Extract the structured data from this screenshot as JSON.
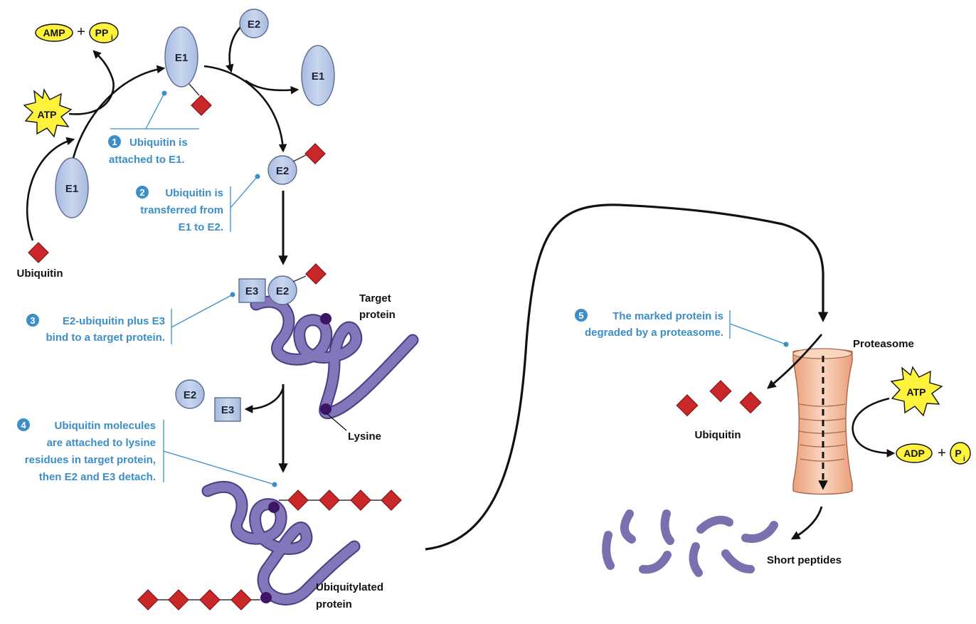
{
  "colors": {
    "enzyme_fill": "#bccbe8",
    "enzyme_stroke": "#5a6c92",
    "ubiquitin": "#c9272a",
    "protein": "#7c6fb0",
    "lysine": "#3d1466",
    "callout_text": "#3b8ec8",
    "atp_star": "#fff23a",
    "proteasome": "#f6c2a2"
  },
  "icons": [
    "atp-star-icon",
    "ubiquitin-diamond-icon",
    "proteasome-icon",
    "lysine-dot-icon"
  ],
  "labels": {
    "amp": "AMP",
    "plus": "+",
    "ppi": "PP",
    "ppi_sub": "i",
    "atp": "ATP",
    "ubiquitin_start": "Ubiquitin",
    "e1": "E1",
    "e2": "E2",
    "e3": "E3",
    "target_protein_line1": "Target",
    "target_protein_line2": "protein",
    "lysine": "Lysine",
    "ubiquitylated_line1": "Ubiquitylated",
    "ubiquitylated_line2": "protein",
    "proteasome": "Proteasome",
    "ubiquitin_released": "Ubiquitin",
    "atp2": "ATP",
    "adp": "ADP",
    "pi": "P",
    "pi_sub": "i",
    "short_peptides": "Short peptides"
  },
  "steps": [
    {
      "number": "1",
      "lines": [
        "Ubiquitin is",
        "attached to E1."
      ]
    },
    {
      "number": "2",
      "lines": [
        "Ubiquitin is",
        "transferred from",
        "E1 to E2."
      ]
    },
    {
      "number": "3",
      "lines": [
        "E2-ubiquitin plus E3",
        "bind to a target protein."
      ]
    },
    {
      "number": "4",
      "lines": [
        "Ubiquitin molecules",
        "are attached to lysine",
        "residues in target protein,",
        "then E2 and E3 detach."
      ]
    },
    {
      "number": "5",
      "lines": [
        "The marked protein is",
        "degraded by a proteasome."
      ]
    }
  ]
}
